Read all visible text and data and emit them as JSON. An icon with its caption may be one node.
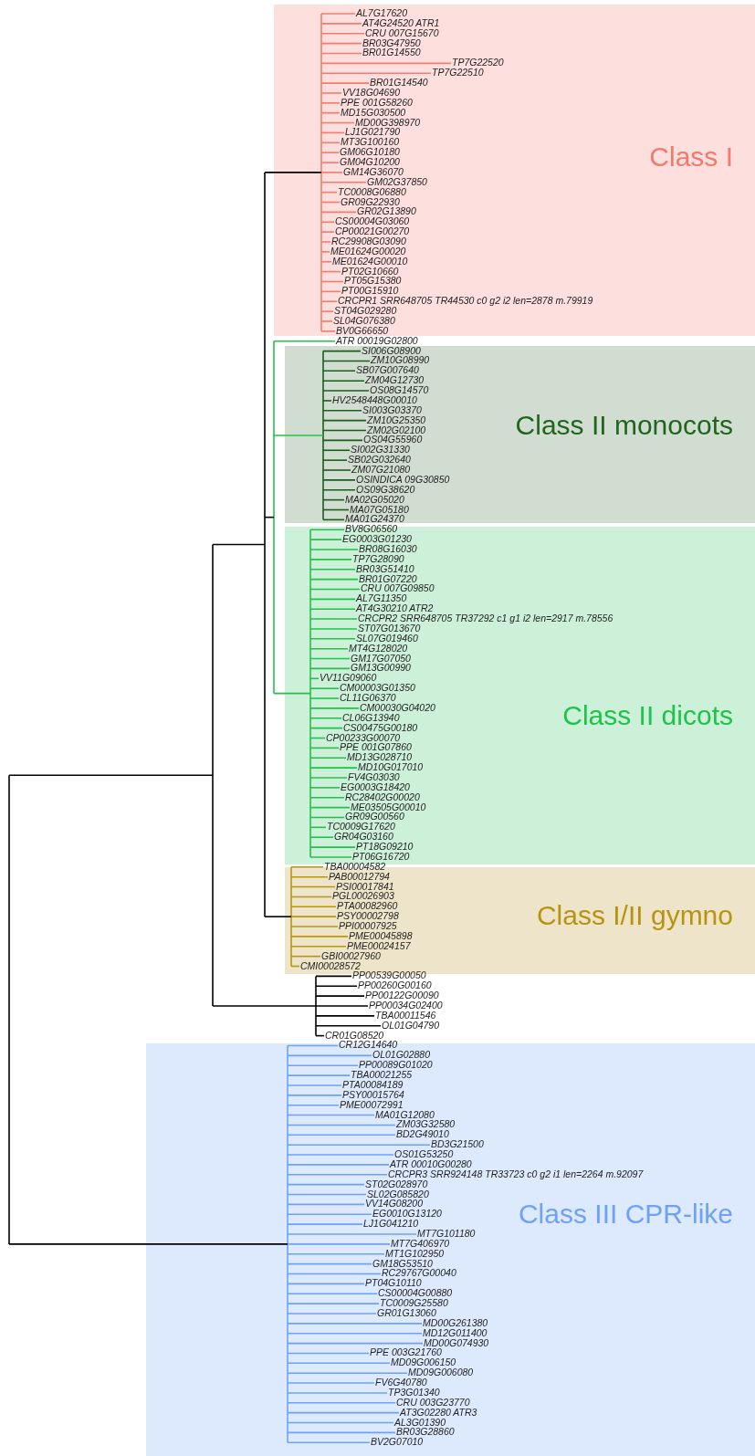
{
  "diagram": {
    "nodes": [
      {
        "text": [
          "Class I"
        ]
      },
      {
        "text": [
          "Class II monocots"
        ]
      },
      {
        "text": [
          "Class II dicots"
        ]
      },
      {
        "text": [
          "Class I/II gymno"
        ]
      },
      {
        "text": [
          "Class III CPR-like"
        ]
      }
    ],
    "labels": [
      "AL7G17620",
      "AT4G24520 ATR1",
      "CRU 007G15670",
      "BR03G47950",
      "BR01G14550",
      "TP7G22520",
      "TP7G22510",
      "BR01G14540",
      "VV18G04690",
      "PPE 001G58260",
      "MD15G030500",
      "MD00G398970",
      "LJ1G021790",
      "MT3G100160",
      "GM06G10180",
      "GM04G10200",
      "GM14G36070",
      "GM02G37850",
      "TC0008G06880",
      "GR09G22930",
      "GR02G13890",
      "CS00004G03060",
      "CP00021G00270",
      "RC29908G03090",
      "ME01624G00020",
      "ME01624G00010",
      "PT02G10660",
      "PT05G15380",
      "PT00G15910",
      "CRCPR1 SRR648705 TR44530 c0 g2 i2 len=2878 m.79919",
      "ST04G029280",
      "SL04G076380",
      "BV0G66650",
      "ATR 00019G02800",
      "SI006G08900",
      "ZM10G08990",
      "SB07G007640",
      "ZM04G12730",
      "OS08G14570",
      "HV2548448G00010",
      "SI003G03370",
      "ZM10G25350",
      "ZM02G02100",
      "OS04G55960",
      "SI002G31330",
      "SB02G032640",
      "ZM07G21080",
      "OSINDICA 09G30850",
      "OS09G38620",
      "MA02G05020",
      "MA07G05180",
      "MA01G24370",
      "BV8G06560",
      "EG0003G01230",
      "BR08G16030",
      "TP7G28090",
      "BR03G51410",
      "BR01G07220",
      "CRU 007G09850",
      "AL7G11350",
      "AT4G30210 ATR2",
      "CRCPR2 SRR648705 TR37292 c1 g1 i2 len=2917 m.78556",
      "ST07G013670",
      "SL07G019460",
      "MT4G128020",
      "GM17G07050",
      "GM13G00990",
      "VV11G09060",
      "CM00003G01350",
      "CL11G06370",
      "CM00030G04020",
      "CL06G13940",
      "CS00475G00180",
      "CP00233G00070",
      "PPE 001G07860",
      "MD13G028710",
      "MD10G017010",
      "FV4G03030",
      "EG0003G18420",
      "RC28402G00020",
      "ME03505G00010",
      "GR09G00560",
      "TC0009G17620",
      "GR04G03160",
      "PT18G09210",
      "PT06G16720",
      "TBA00004582",
      "PAB00012794",
      "PSI00017841",
      "PGL00026903",
      "PTA00082960",
      "PSY00002798",
      "PPI00007925",
      "PME00045898",
      "PME00024157",
      "GBI00027960",
      "CMI00028572",
      "PP00539G00050",
      "PP00260G00160",
      "PP00122G00090",
      "PP00034G02400",
      "TBA00011546",
      "OL01G04790",
      "CR01G08520",
      "CR12G14640",
      "OL01G02880",
      "PP00089G01020",
      "TBA00021255",
      "PTA00084189",
      "PSY00015764",
      "PME00072991",
      "MA01G12080",
      "ZM03G32580",
      "BD2G49010",
      "BD3G21500",
      "OS01G53250",
      "ATR 00010G00280",
      "CRCPR3 SRR924148 TR33723 c0 g2 i1 len=2264 m.92097",
      "ST02G028970",
      "SL02G085820",
      "VV14G08200",
      "EG0010G13120",
      "LJ1G041210",
      "MT7G101180",
      "MT7G406970",
      "MT1G102950",
      "GM18G53510",
      "RC29767G00040",
      "PT04G10110",
      "CS00004G00880",
      "TC0009G25580",
      "GR01G13060",
      "MD00G261380",
      "MD12G011400",
      "MD00G074930",
      "PPE 003G21760",
      "MD09G006150",
      "MD09G006080",
      "FV6G40780",
      "TP3G01340",
      "CRU 003G23770",
      "AT3G02280 ATR3",
      "AL3G01390",
      "BR03G28860",
      "BV2G07010"
    ]
  }
}
